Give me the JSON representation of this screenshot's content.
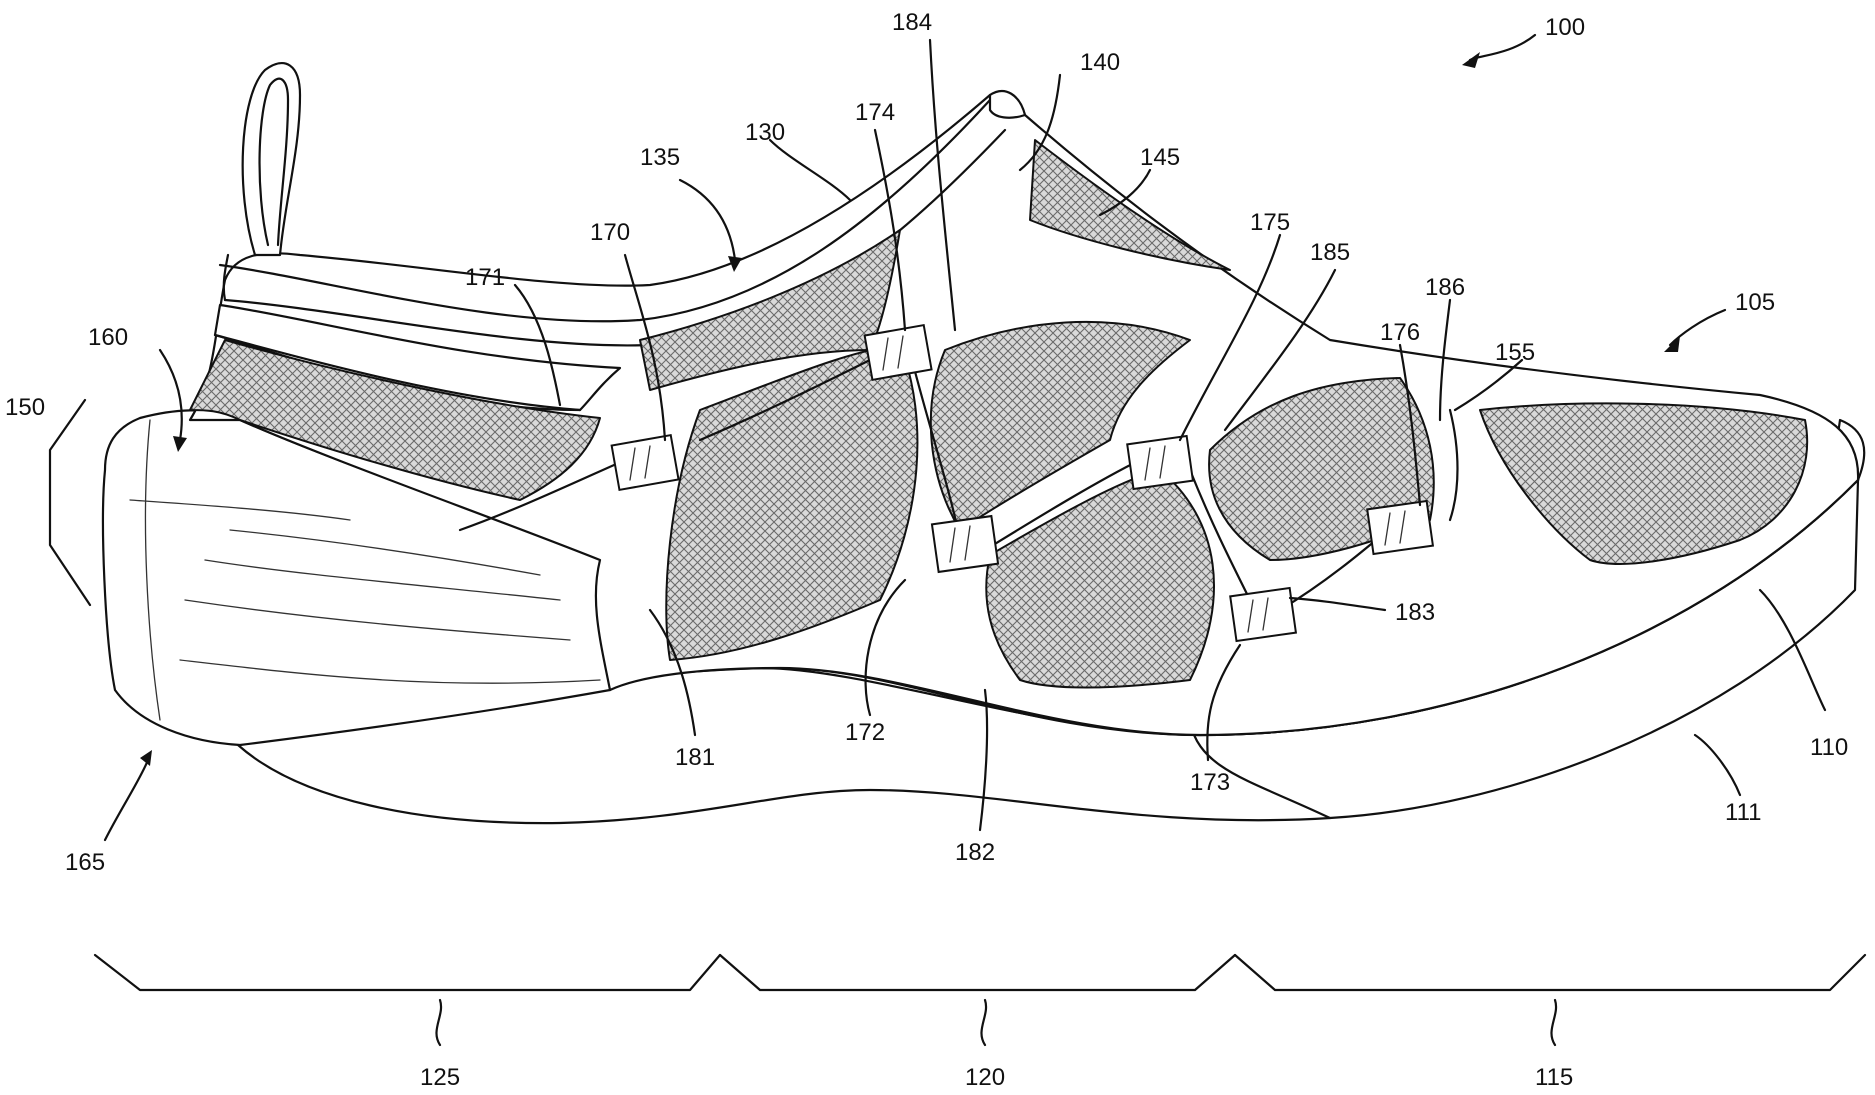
{
  "figure": {
    "labels": [
      {
        "id": "100",
        "text": "100"
      },
      {
        "id": "105",
        "text": "105"
      },
      {
        "id": "110",
        "text": "110"
      },
      {
        "id": "111",
        "text": "111"
      },
      {
        "id": "115",
        "text": "115"
      },
      {
        "id": "120",
        "text": "120"
      },
      {
        "id": "125",
        "text": "125"
      },
      {
        "id": "130",
        "text": "130"
      },
      {
        "id": "135",
        "text": "135"
      },
      {
        "id": "140",
        "text": "140"
      },
      {
        "id": "145",
        "text": "145"
      },
      {
        "id": "150",
        "text": "150"
      },
      {
        "id": "155",
        "text": "155"
      },
      {
        "id": "160",
        "text": "160"
      },
      {
        "id": "165",
        "text": "165"
      },
      {
        "id": "170",
        "text": "170"
      },
      {
        "id": "171",
        "text": "171"
      },
      {
        "id": "172",
        "text": "172"
      },
      {
        "id": "173",
        "text": "173"
      },
      {
        "id": "174",
        "text": "174"
      },
      {
        "id": "175",
        "text": "175"
      },
      {
        "id": "176",
        "text": "176"
      },
      {
        "id": "181",
        "text": "181"
      },
      {
        "id": "182",
        "text": "182"
      },
      {
        "id": "183",
        "text": "183"
      },
      {
        "id": "184",
        "text": "184"
      },
      {
        "id": "185",
        "text": "185"
      },
      {
        "id": "186",
        "text": "186"
      }
    ]
  }
}
